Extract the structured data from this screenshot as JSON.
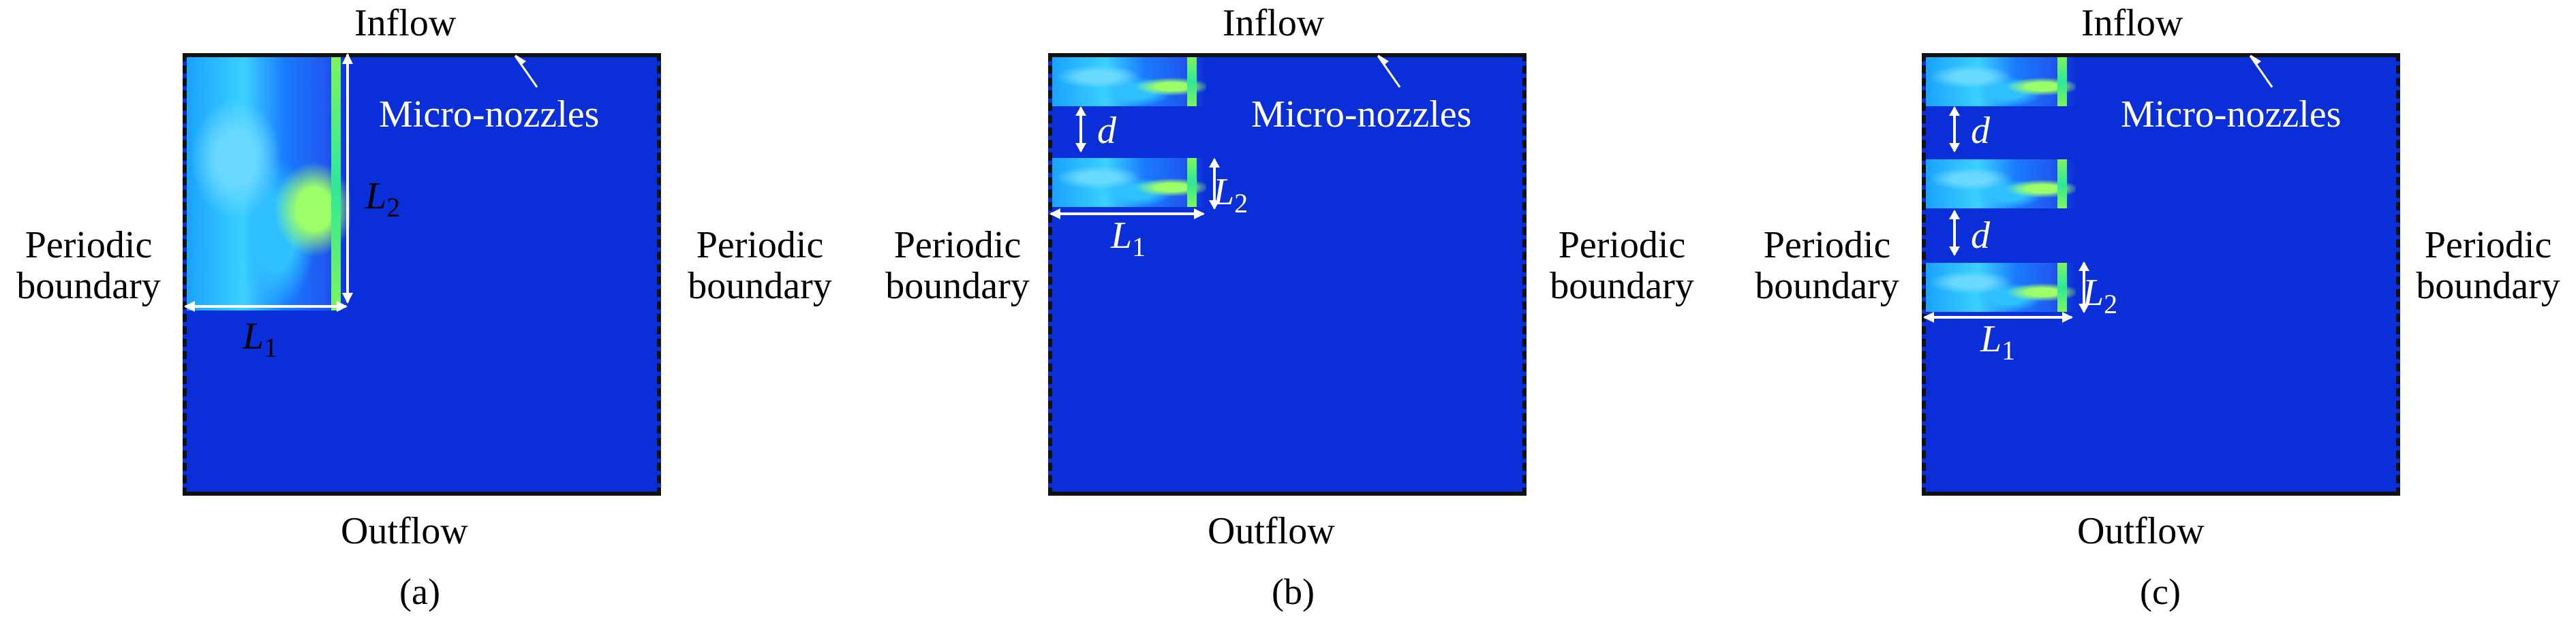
{
  "panels": [
    {
      "inflow": "Inflow",
      "outflow": "Outflow",
      "nozzles": "Micro-nozzles",
      "left_boundary": [
        "Periodic",
        "boundary"
      ],
      "right_boundary": [
        "Periodic",
        "boundary"
      ],
      "L1": "L",
      "L1_sub": "1",
      "L2": "L",
      "L2_sub": "2",
      "caption": "(a)"
    },
    {
      "inflow": "Inflow",
      "outflow": "Outflow",
      "nozzles": "Micro-nozzles",
      "left_boundary": [
        "Periodic",
        "boundary"
      ],
      "right_boundary": [
        "Periodic",
        "boundary"
      ],
      "d": "d",
      "L1": "L",
      "L1_sub": "1",
      "L2": "L",
      "L2_sub": "2",
      "caption": "(b)"
    },
    {
      "inflow": "Inflow",
      "outflow": "Outflow",
      "nozzles": "Micro-nozzles",
      "left_boundary": [
        "Periodic",
        "boundary"
      ],
      "right_boundary": [
        "Periodic",
        "boundary"
      ],
      "d1": "d",
      "d2": "d",
      "L1": "L",
      "L1_sub": "1",
      "L2": "L",
      "L2_sub": "2",
      "caption": "(c)"
    }
  ],
  "colors": {
    "domain": "#0a2ed8",
    "jet_hot": "#9cff6a",
    "jet_cool": "#3bd1ff",
    "border": "#111111",
    "annotation": "#ffffff"
  }
}
